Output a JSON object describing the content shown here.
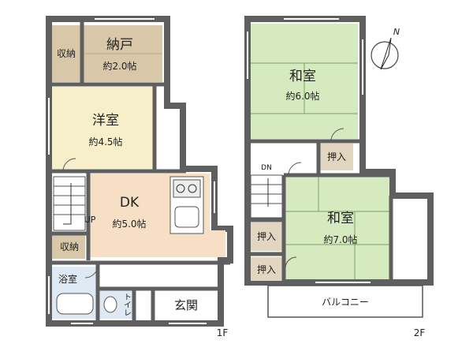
{
  "floor1": {
    "level": "1F",
    "rooms": {
      "nando": {
        "name": "納戸",
        "size": "約2.0帖"
      },
      "storage_top": {
        "name": "収納"
      },
      "western": {
        "name": "洋室",
        "size": "約4.5帖"
      },
      "dk": {
        "name": "DK",
        "size": "約5.0帖"
      },
      "storage_bottom": {
        "name": "収納"
      },
      "bath": {
        "name": "浴室"
      },
      "toilet": {
        "name": "トイレ"
      },
      "entrance": {
        "name": "玄関"
      }
    },
    "stairs_label": "UP"
  },
  "floor2": {
    "level": "2F",
    "rooms": {
      "washitsu_top": {
        "name": "和室",
        "size": "約6.0帖"
      },
      "washitsu_bottom": {
        "name": "和室",
        "size": "約7.0帖"
      },
      "oshiire_a": {
        "name": "押入"
      },
      "oshiire_b": {
        "name": "押入"
      },
      "oshiire_c": {
        "name": "押入"
      },
      "balcony": {
        "name": "バルコニー"
      }
    },
    "stairs_label": "DN"
  },
  "compass": {
    "label": "N"
  },
  "colors": {
    "wall": "#5f5f5f",
    "nando_fill": "#d8c7a8",
    "storage_fill": "#d8c7a8",
    "western_fill": "#f6efc9",
    "dk_fill": "#f7dfc6",
    "tatami_fill": "#d6eac0",
    "wet_fill": "#dfe9f4",
    "oshiire_fill": "#e1d6c0"
  }
}
